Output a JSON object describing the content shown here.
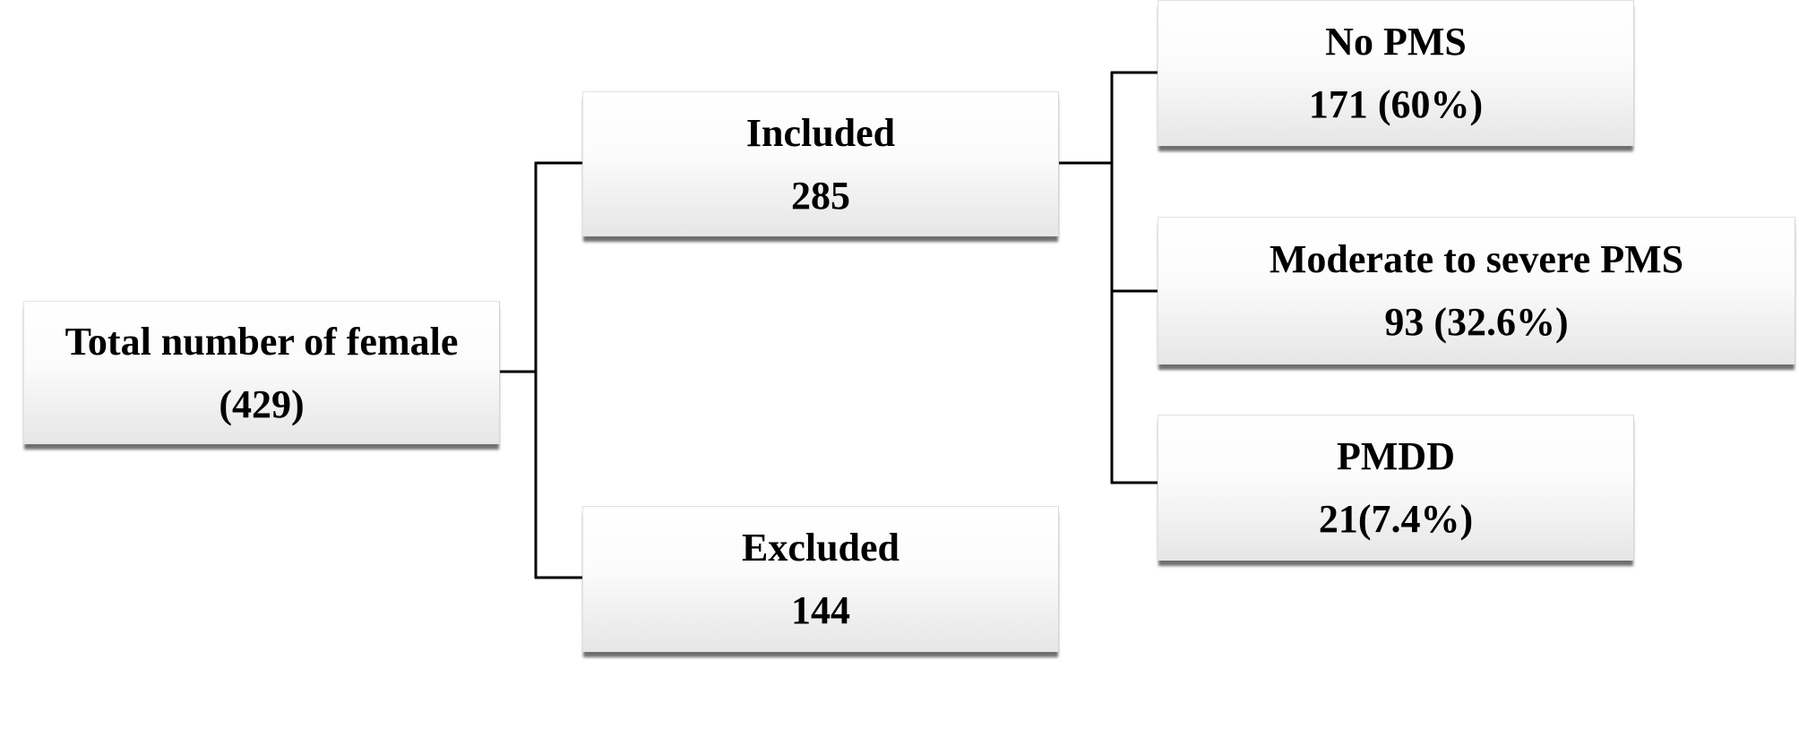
{
  "diagram": {
    "nodes": {
      "total": {
        "title": "Total number of female",
        "value": "(429)"
      },
      "included": {
        "title": "Included",
        "value": "285"
      },
      "excluded": {
        "title": "Excluded",
        "value": "144"
      },
      "no_pms": {
        "title": "No PMS",
        "value": "171 (60%)"
      },
      "moderate": {
        "title": "Moderate to severe PMS",
        "value": "93 (32.6%)"
      },
      "pmdd": {
        "title": "PMDD",
        "value": "21(7.4%)"
      }
    },
    "edges": [
      {
        "from": "total",
        "to": "included"
      },
      {
        "from": "total",
        "to": "excluded"
      },
      {
        "from": "included",
        "to": "no_pms"
      },
      {
        "from": "included",
        "to": "moderate"
      },
      {
        "from": "included",
        "to": "pmdd"
      }
    ],
    "colors": {
      "text": "#000000",
      "line": "#000000",
      "box_shadow": "#6f6f6f"
    }
  }
}
